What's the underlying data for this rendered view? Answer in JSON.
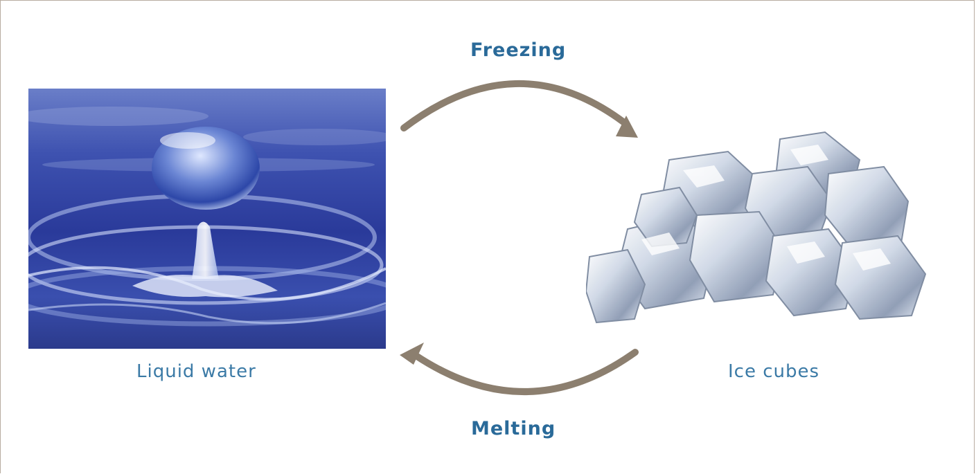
{
  "diagram": {
    "top_process": "Freezing",
    "bottom_process": "Melting",
    "left_caption": "Liquid water",
    "right_caption": "Ice cubes"
  },
  "images": {
    "left": "water-droplet-splash-photo",
    "right": "ice-cubes-pile-photo"
  },
  "colors": {
    "label_text": "#2a6a99",
    "arrow": "#8c7f6f",
    "frame_border": "#b8aca0",
    "water_blue": "#2f3f9c"
  }
}
